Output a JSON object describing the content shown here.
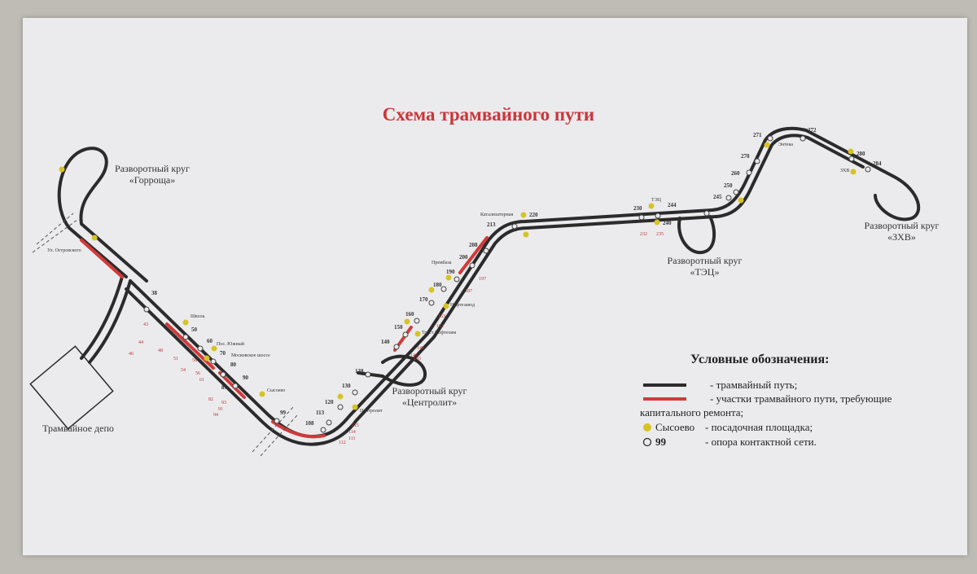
{
  "title": "Схема трамвайного пути",
  "colors": {
    "track": "#2b2b2b",
    "repair": "#d23a3a",
    "stop": "#d6c326",
    "pole": "#444444",
    "title": "#c8373b"
  },
  "loops": [
    {
      "line1": "Разворотный круг",
      "line2": "«Горроща»"
    },
    {
      "line1": "Разворотный круг",
      "line2": "«Центролит»"
    },
    {
      "line1": "Разворотный круг",
      "line2": "«ТЭЦ»"
    },
    {
      "line1": "Разворотный круг",
      "line2": "«ЗХВ»"
    }
  ],
  "depot_label": "Трамвайное депо",
  "stops": [
    "Ул. Островского",
    "Школа",
    "Пос. Южный",
    "Московское шоссе",
    "Сысоево",
    "Центролит",
    "Трест Нефтехим",
    "Нефтезавод",
    "Прембаза",
    "Катализаторная",
    "ТЭЦ",
    "Энтека",
    "ЗХВ"
  ],
  "poles": [
    "38",
    "50",
    "60",
    "70",
    "80",
    "87",
    "90",
    "99",
    "108",
    "113",
    "120",
    "130",
    "138",
    "140",
    "150",
    "160",
    "170",
    "180",
    "190",
    "200",
    "208",
    "213",
    "220",
    "230",
    "240",
    "244",
    "245",
    "250",
    "260",
    "270",
    "271",
    "272",
    "280",
    "284"
  ],
  "red_numbers": [
    "43",
    "44",
    "46",
    "48",
    "51",
    "54",
    "56",
    "58",
    "61",
    "82",
    "91",
    "93",
    "94",
    "111",
    "112",
    "114",
    "115",
    "141",
    "143",
    "146",
    "162",
    "163",
    "187",
    "197",
    "232",
    "235"
  ],
  "legend": {
    "title": "Условные обозначения:",
    "track": "- трамвайный путь;",
    "repair_1": "- участки трамвайного пути, требующие",
    "repair_2": "капитального ремонта;",
    "stop_word": "Сысоево",
    "stop_desc": "- посадочная площадка;",
    "pole_word": "99",
    "pole_desc": "- опора контактной сети."
  }
}
